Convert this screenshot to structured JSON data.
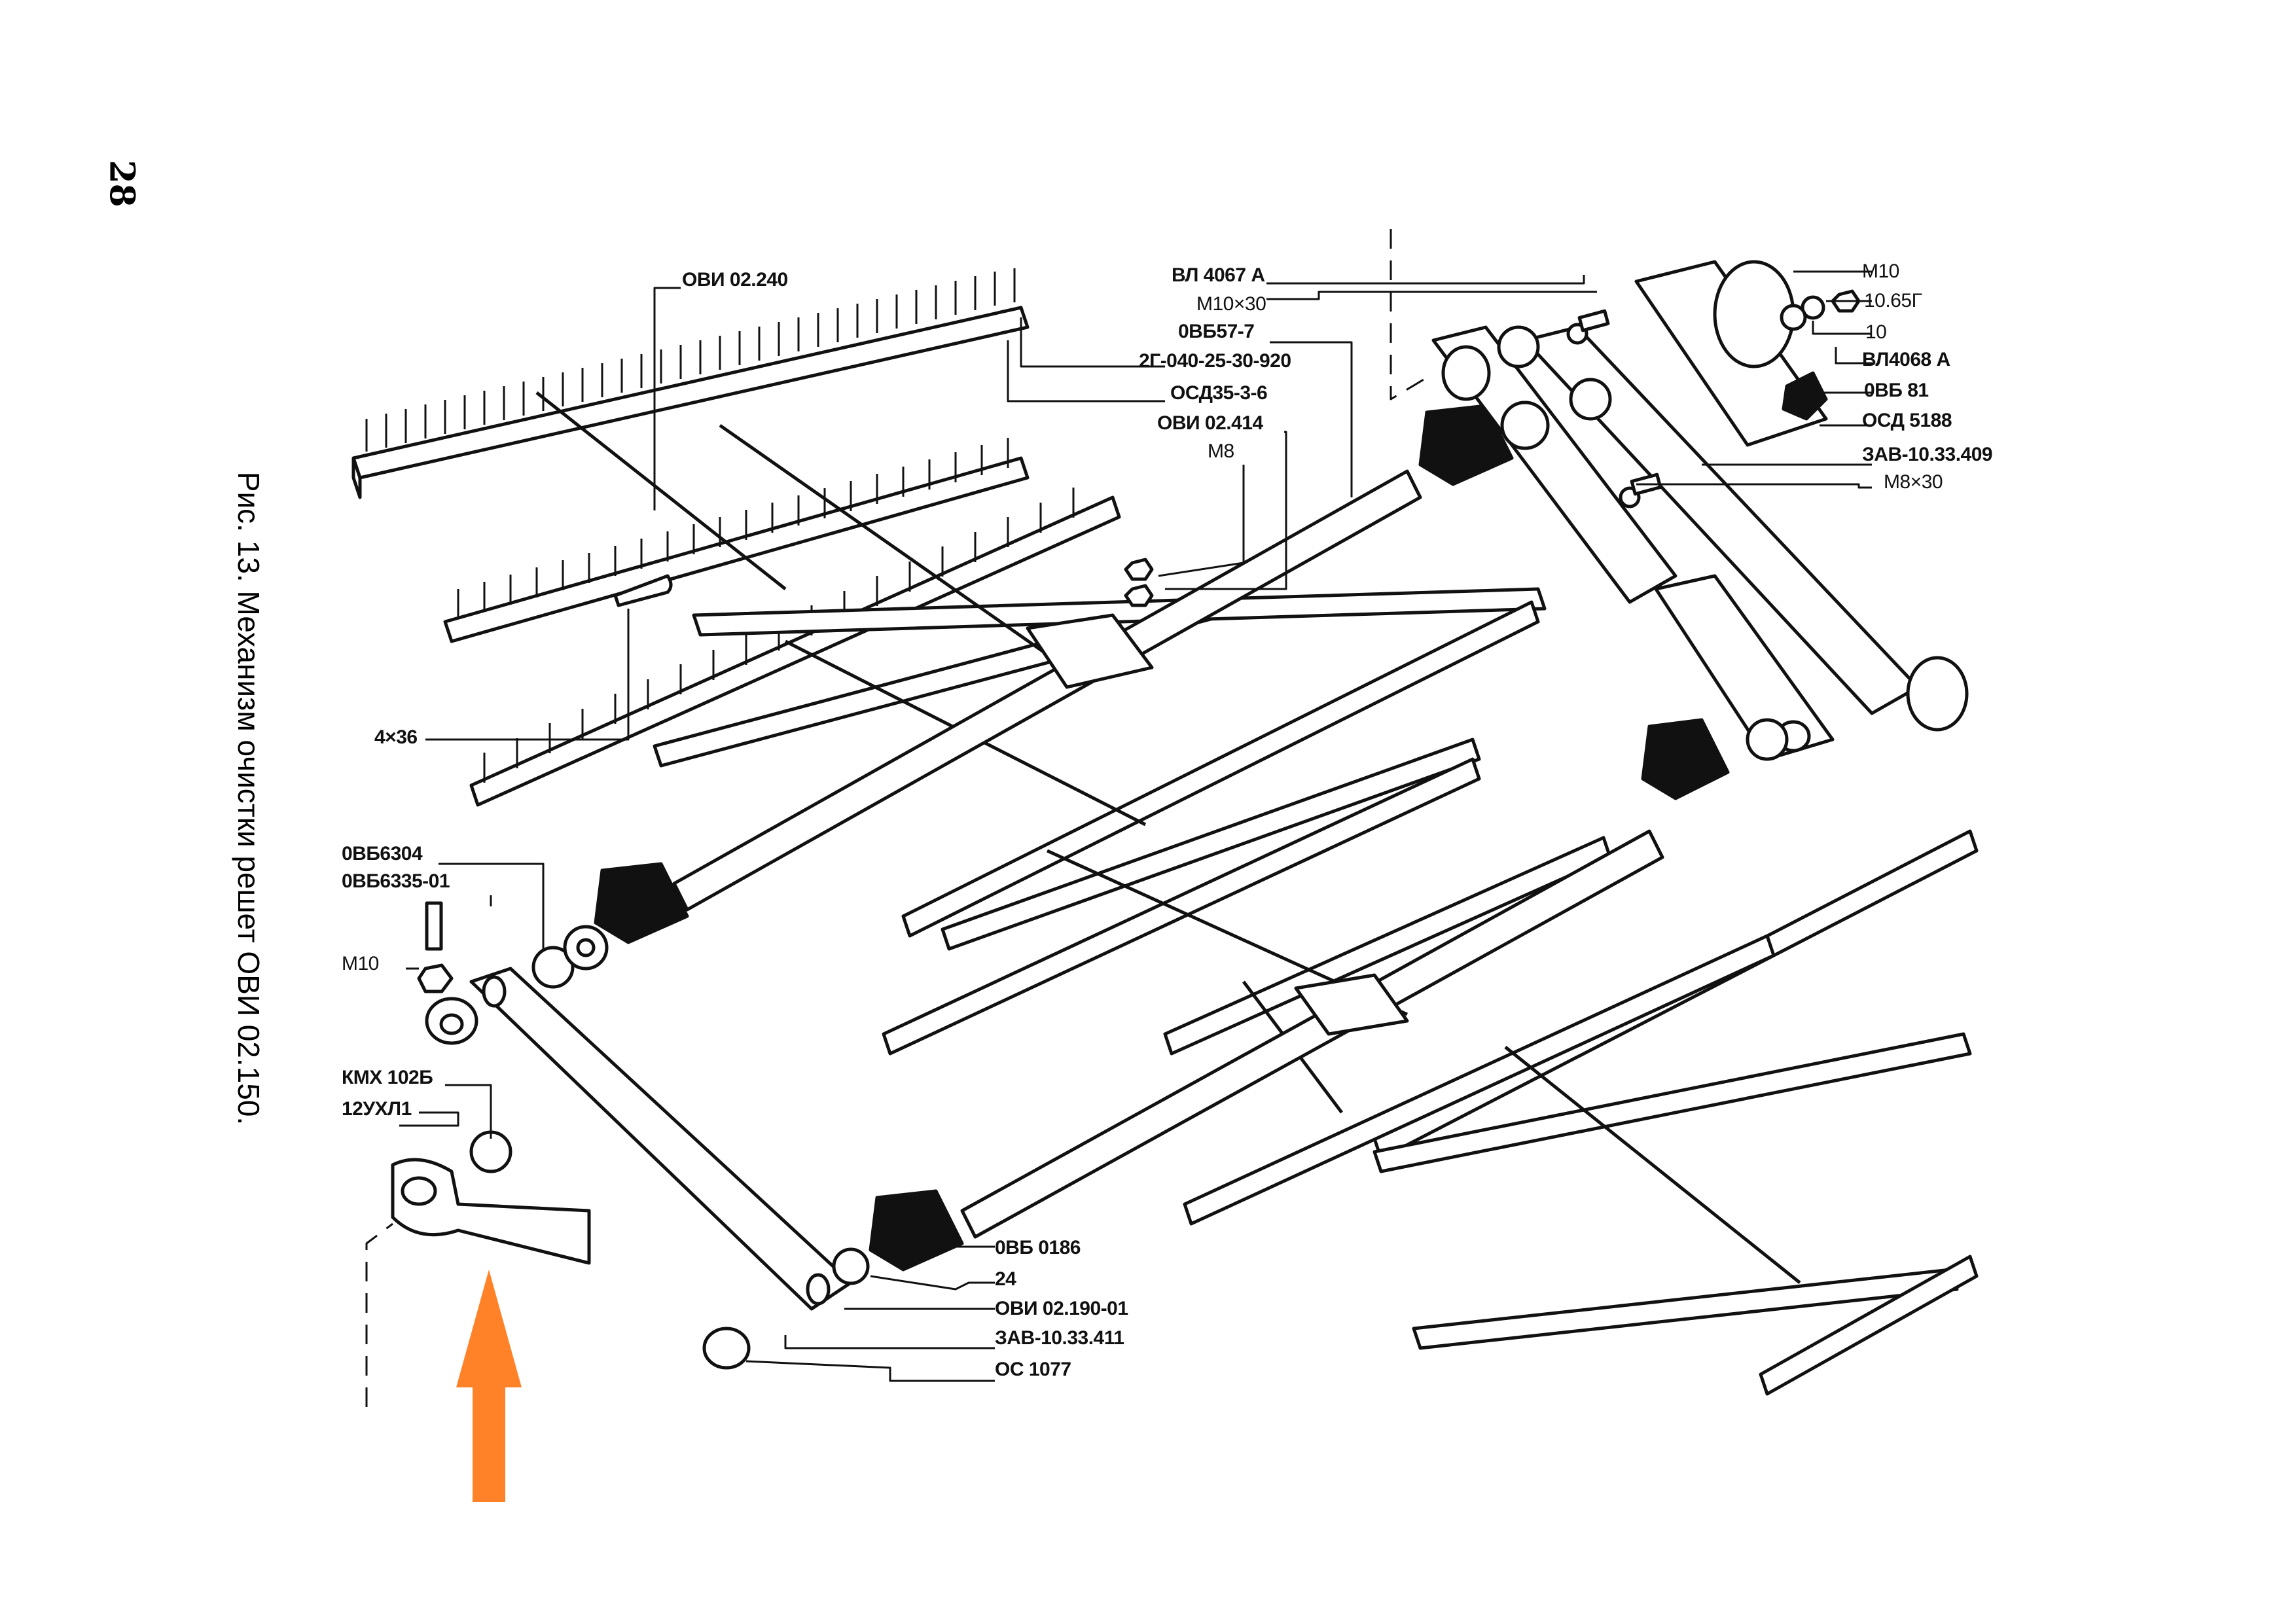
{
  "page": {
    "number": "28",
    "caption": "Рис. 13. Механизм очистки решет ОВИ 02.150."
  },
  "labels": {
    "ovi_02_240": "ОВИ 02.240",
    "vl4067a": "ВЛ 4067 А",
    "m10x30": "М10×30",
    "ovb57_7": "0ВБ57-7",
    "belt_2g": "2Г-040-25-30-920",
    "osd35": "ОСД35-3-6",
    "ovi_02_414": "ОВИ 02.414",
    "m8": "М8",
    "m10_top": "М10",
    "washer_1065g": "10.65Г",
    "washer_10": "10",
    "vl4068a": "ВЛ4068 А",
    "ovb81": "0ВБ 81",
    "osd5188": "ОСД 5188",
    "zav_409": "ЗАВ-10.33.409",
    "m8x30": "М8×30",
    "pin_4x36": "4×36",
    "ovb6304": "0ВБ6304",
    "ovb6335": "0ВБ6335-01",
    "m10_left": "М10",
    "kmx": "КМХ 102Б",
    "ukhl": "12УХЛ1",
    "ovb0186": "0ВБ 0186",
    "n24": "24",
    "ovi_02_190": "ОВИ 02.190-01",
    "zav_411": "ЗАВ-10.33.411",
    "oc1077": "ОС 1077"
  },
  "colors": {
    "ink": "#111111",
    "paper": "#ffffff",
    "highlight_arrow": "#ff8228"
  }
}
